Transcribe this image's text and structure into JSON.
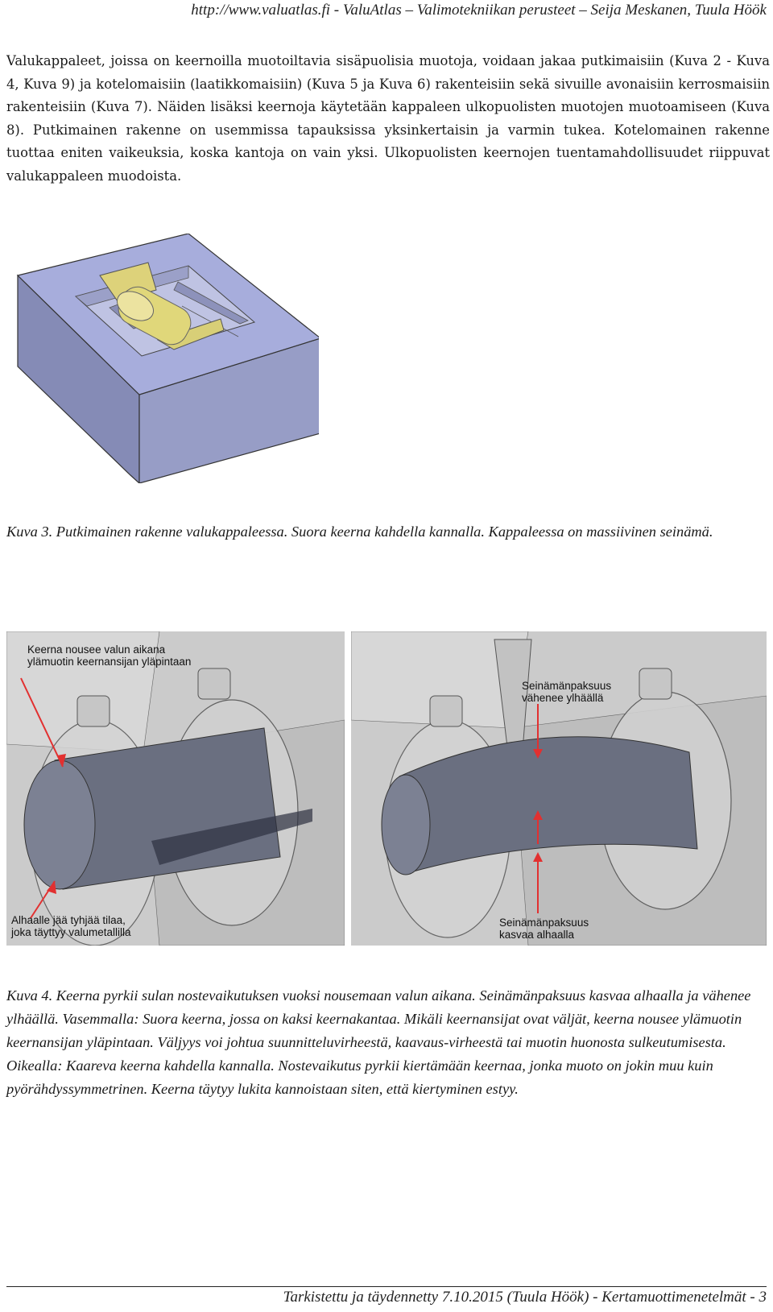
{
  "header": {
    "text": "http://www.valuatlas.fi - ValuAtlas – Valimotekniikan perusteet – Seija Meskanen, Tuula Höök"
  },
  "body": {
    "paragraph": "Valukappaleet, joissa on keernoilla muotoiltavia sisäpuolisia muotoja, voidaan jakaa putkimaisiin (Kuva 2 - Kuva 4, Kuva 9) ja kotelomaisiin (laatikkomaisiin) (Kuva 5 ja Kuva 6) rakenteisiin sekä sivuille avonaisiin kerrosmaisiin rakenteisiin (Kuva 7). Näiden lisäksi keernoja käytetään kappaleen ulkopuolisten muotojen muotoamiseen (Kuva 8). Putkimainen rakenne on usemmissa tapauksissa yksinkertaisin ja varmin tukea. Kotelomainen rakenne tuottaa eniten vaikeuksia, koska kantoja on vain yksi. Ulkopuolisten keernojen tuentamahdollisuudet riippuvat valukappaleen muodoista."
  },
  "figure3": {
    "caption": "Kuva 3.  Putkimainen rakenne valukappaleessa. Suora keerna kahdella kannalla. Kappaleessa on massiivinen seinämä."
  },
  "figure4": {
    "left_top_label_line1": "Keerna nousee valun aikana",
    "left_top_label_line2": "ylämuotin keernansijan yläpintaan",
    "left_bottom_label_line1": "Alhaalle jää tyhjää tilaa,",
    "left_bottom_label_line2": "joka täyttyy valumetallilla",
    "right_top_label_line1": "Seinämänpaksuus",
    "right_top_label_line2": "vähenee ylhäällä",
    "right_bottom_label_line1": "Seinämänpaksuus",
    "right_bottom_label_line2": "kasvaa alhaalla",
    "caption": "Kuva 4.  Keerna pyrkii sulan nostevaikutuksen vuoksi nousemaan valun aikana. Seinämänpaksuus kasvaa alhaalla ja vähenee ylhäällä. Vasemmalla: Suora keerna, jossa on kaksi keernakantaa. Mikäli keernansijat ovat väljät, keerna nousee ylämuotin keernansijan yläpintaan. Väljyys voi johtua suunnitteluvirheestä, kaavaus-virheestä tai muotin huonosta sulkeutumisesta. Oikealla: Kaareva keerna kahdella kannalla. Nostevaikutus pyrkii kiertämään keernaa, jonka muoto on jokin muu kuin pyörähdyssymmetrinen. Keerna täytyy lukita kannoistaan siten, että kiertyminen estyy."
  },
  "footer": {
    "text": "Tarkistettu ja täydennetty 7.10.2015 (Tuula Höök) - Kertamuottimenetelmät - 3"
  },
  "colors": {
    "mold_top": "#a3a9cd",
    "mold_side": "#8f95bf",
    "core_yellow": "#e0d77a",
    "arrow_red": "#e23030",
    "render_bg": "#c9c9c9"
  }
}
